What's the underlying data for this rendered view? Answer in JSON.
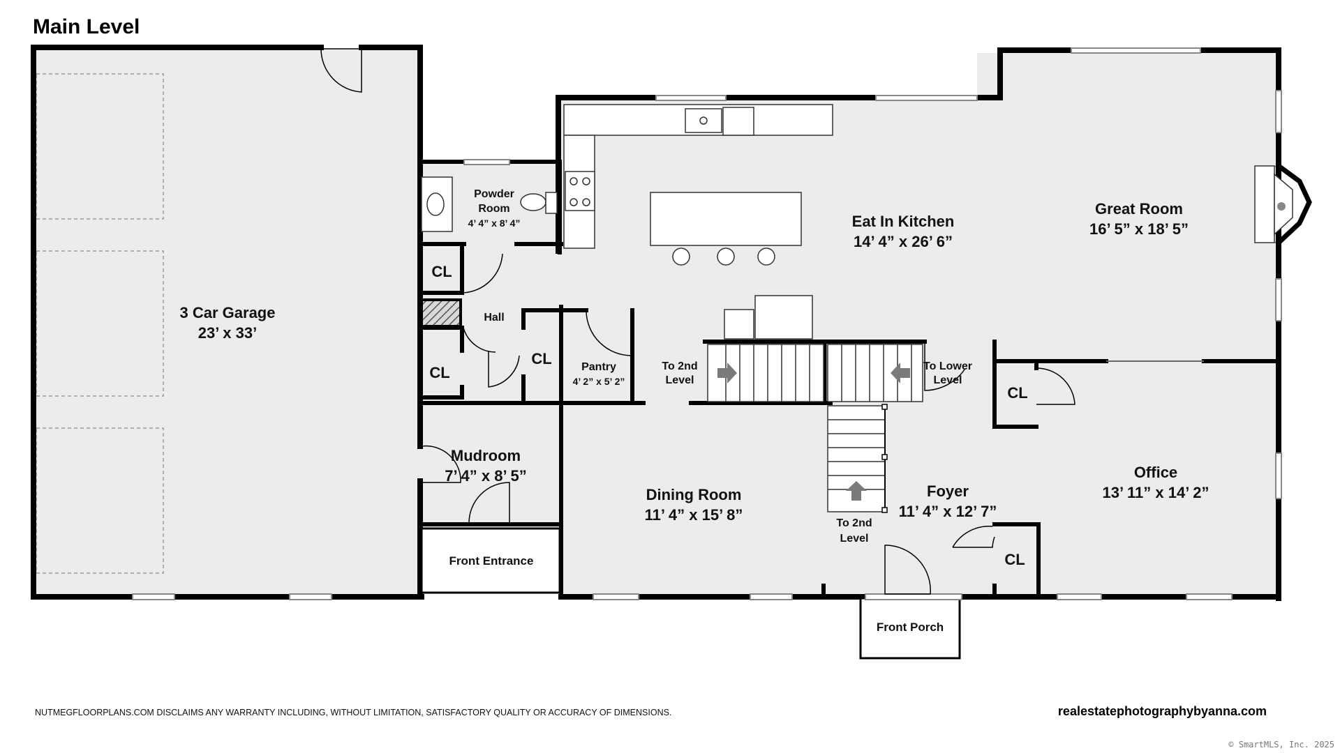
{
  "heading": "Main Level",
  "disclaimer": "NUTMEGFLOORPLANS.COM DISCLAIMS ANY WARRANTY INCLUDING, WITHOUT LIMITATION, SATISFACTORY QUALITY OR ACCURACY OF DIMENSIONS.",
  "website": "realestatephotographybyanna.com",
  "copyright": "© SmartMLS, Inc. 2025",
  "colors": {
    "wall": "#000000",
    "floor": "#ececec",
    "window": "#9a9a9a",
    "hatch": "#555555",
    "arrow": "#7a7a7a"
  },
  "rooms": {
    "garage": {
      "name": "3 Car Garage",
      "dims": "23’ x 33’"
    },
    "powder_room": {
      "name_line1": "Powder",
      "name_line2": "Room",
      "dims": "4’ 4” x 8’ 4”"
    },
    "kitchen": {
      "name": "Eat In Kitchen",
      "dims": "14’ 4” x 26’ 6”"
    },
    "great_room": {
      "name": "Great Room",
      "dims": "16’ 5” x 18’ 5”"
    },
    "hall": {
      "name": "Hall"
    },
    "pantry": {
      "name": "Pantry",
      "dims": "4’ 2” x 5’ 2”"
    },
    "mudroom": {
      "name": "Mudroom",
      "dims": "7’ 4” x 8’ 5”"
    },
    "dining_room": {
      "name": "Dining Room",
      "dims": "11’ 4” x 15’ 8”"
    },
    "foyer": {
      "name": "Foyer",
      "dims": "11’ 4” x 12’ 7”"
    },
    "office": {
      "name": "Office",
      "dims": "13’ 11” x 14’ 2”"
    },
    "front_entrance": {
      "name": "Front Entrance"
    },
    "front_porch": {
      "name": "Front Porch"
    }
  },
  "closets": {
    "mudroom_upper": "CL",
    "mudroom_lower": "CL",
    "hall": "CL",
    "office_upper": "CL",
    "foyer": "CL"
  },
  "stairs": {
    "to_2nd_kitchen_line1": "To 2nd",
    "to_2nd_kitchen_line2": "Level",
    "to_lower_line1": "To Lower",
    "to_lower_line2": "Level",
    "to_2nd_foyer_line1": "To 2nd",
    "to_2nd_foyer_line2": "Level"
  }
}
